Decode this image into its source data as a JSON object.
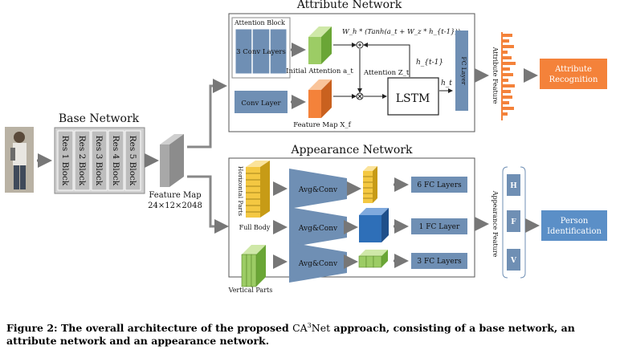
{
  "titles": {
    "base_network": "Base Network",
    "attribute_network": "Attribute Network",
    "appearance_network": "Appearance Network"
  },
  "base": {
    "blocks": [
      "Res 1 Block",
      "Res 2 Block",
      "Res 3 Block",
      "Res 4 Block",
      "Res 5 Block"
    ],
    "feature_map_label": "Feature Map",
    "feature_map_dims": "24×12×2048"
  },
  "attribute": {
    "attention_block_label": "Attention Block",
    "conv_layers_label": "3 Conv Layers",
    "conv_layer_label": "Conv Layer",
    "formula": "W_h * (Tanh(a_t + W_z * h_{t-1}))",
    "initial_attention_label": "Initial Attention a_t",
    "attention_label": "Attention Z_t",
    "feature_map_label": "Feature Map X_f",
    "lstm_label": "LSTM",
    "h_prev_label": "h_{t-1}",
    "h_t_label": "h_t",
    "fc_layer_label": "FC Layer",
    "attribute_feature_label": "Attribute Feature",
    "recognition_label": "Attribute Recognition"
  },
  "appearance": {
    "horizontal_parts_label": "Horizontal Parts",
    "full_body_label": "Full Body",
    "vertical_parts_label": "Vertical Parts",
    "avg_conv_label": "Avg&Conv",
    "fc_6_label": "6 FC Layers",
    "fc_1_label": "1 FC Layer",
    "fc_3_label": "3 FC Layers",
    "appearance_feature_label": "Appearance Feature",
    "hfv_labels": [
      "H",
      "F",
      "V"
    ],
    "identification_label": "Person Identification"
  },
  "caption": {
    "prefix": "Figure 2: The overall architecture of the proposed ",
    "ca": "CA",
    "sup": "3",
    "net": "Net",
    "suffix": " approach, consisting of a base network, an attribute network and an appearance network."
  },
  "colors": {
    "orange": "#f4823a",
    "blue": "#6f8fb4",
    "green": "#9ccc65",
    "yellow": "#f4c842",
    "gray": "#9e9e9e",
    "dark_blue": "#2e6fb8"
  }
}
